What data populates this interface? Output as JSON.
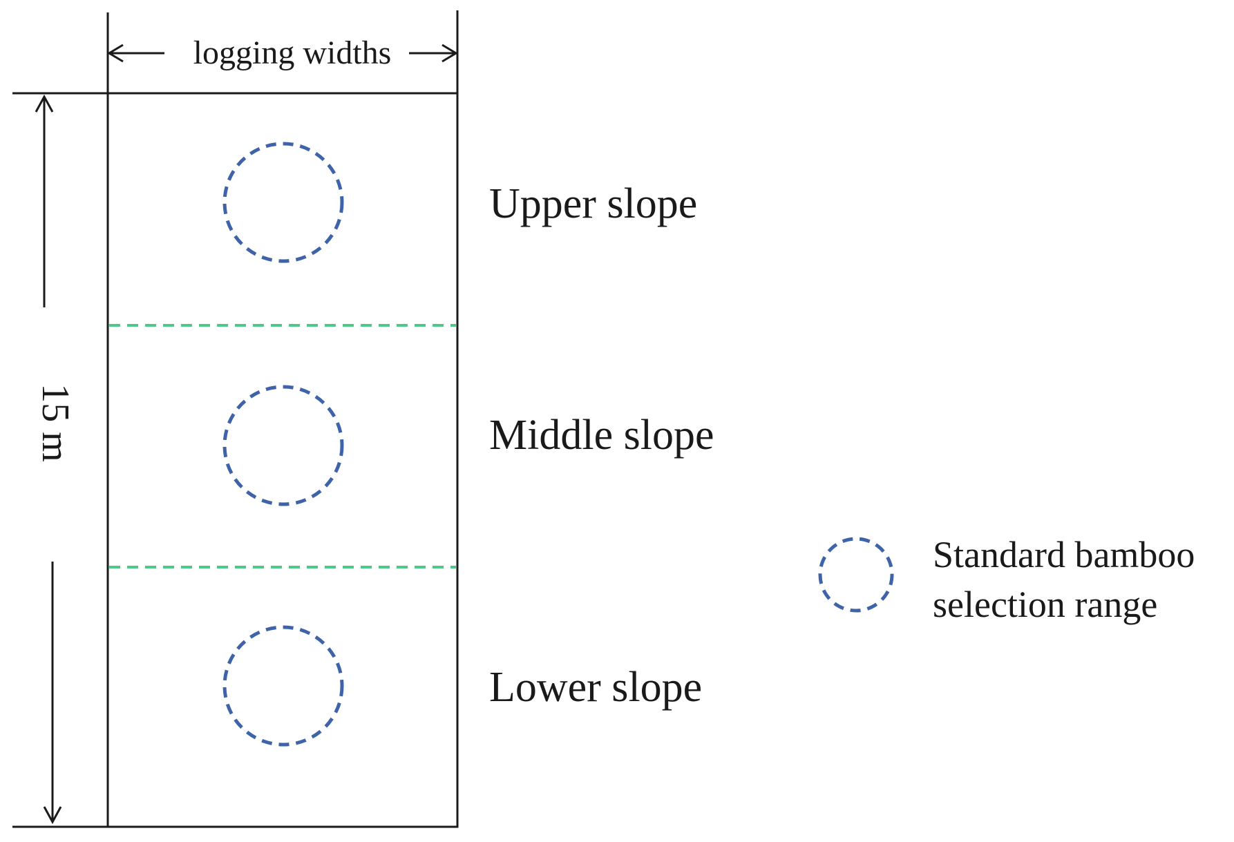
{
  "diagram": {
    "width_label": "logging widths",
    "height_label": "15 m",
    "zones": [
      {
        "label": "Upper slope"
      },
      {
        "label": "Middle slope"
      },
      {
        "label": "Lower slope"
      }
    ],
    "legend": {
      "line1": "Standard bamboo",
      "line2": "selection range"
    },
    "colors": {
      "outline": "#1a1a1a",
      "circle": "#3f63a8",
      "divider": "#4cc987"
    }
  }
}
